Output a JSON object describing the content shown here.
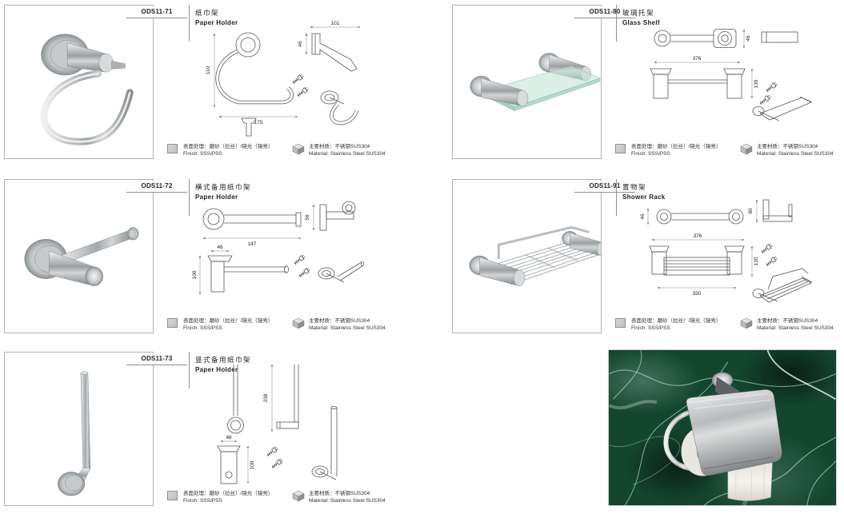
{
  "shared": {
    "finish_zh": "表面处理：磨砂（拉丝）/镜光（镜亮）",
    "finish_en": "Finish: SSS/PSS",
    "material_zh": "主要材质：不锈钢SUS304",
    "material_en": "Material: Stainless Steel SUS304"
  },
  "colors": {
    "marble_green": "#14452f",
    "steel": "#aeb2b4",
    "drawing_line": "#54565a"
  },
  "products": [
    {
      "code": "ODS11-71",
      "name_zh": "纸巾架",
      "name_en": "Paper Holder",
      "dims": {
        "width": "175",
        "height": "110",
        "depth": "101",
        "base": "46"
      }
    },
    {
      "code": "ODS11-80",
      "name_zh": "玻璃托架",
      "name_en": "Glass Shelf",
      "dims": {
        "width": "376",
        "height": "130",
        "base": "46"
      }
    },
    {
      "code": "ODS11-72",
      "name_zh": "横式备用纸巾架",
      "name_en": "Paper Holder",
      "dims": {
        "width": "147",
        "side": "56",
        "base": "46",
        "height": "100"
      }
    },
    {
      "code": "ODS11-91",
      "name_zh": "置物架",
      "name_en": "Shower Rack",
      "dims": {
        "width": "376",
        "inner_width": "330",
        "height": "130",
        "base": "46",
        "side": "80"
      }
    },
    {
      "code": "ODS11-73",
      "name_zh": "竖式备用纸巾架",
      "name_en": "Paper Holder",
      "dims": {
        "height": "238",
        "base": "46",
        "base_height": "100"
      }
    }
  ]
}
